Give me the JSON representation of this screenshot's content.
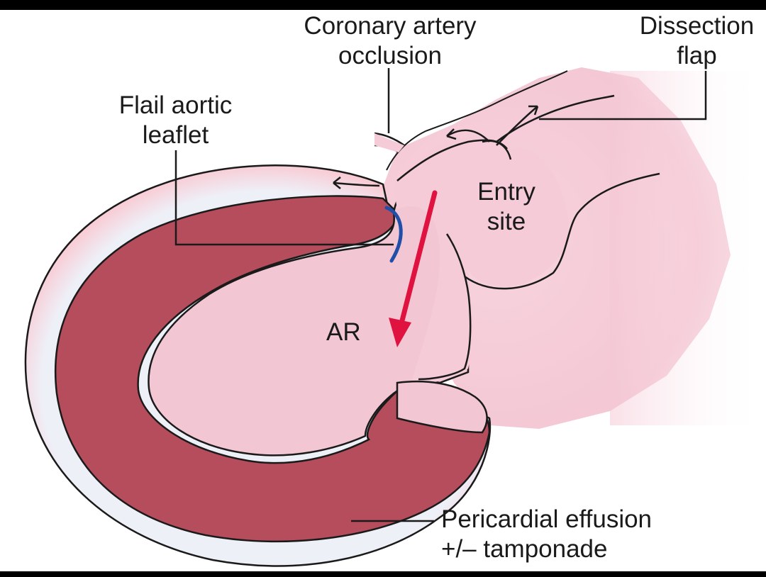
{
  "labels": {
    "coronary_line1": "Coronary artery",
    "coronary_line2": "occlusion",
    "dissection_line1": "Dissection",
    "dissection_line2": "flap",
    "flail_line1": "Flail aortic",
    "flail_line2": "leaflet",
    "entry_line1": "Entry",
    "entry_line2": "site",
    "ar": "AR",
    "effusion_line1": "Pericardial effusion",
    "effusion_line2": "+/– tamponade"
  },
  "colors": {
    "myocardium": "#b64d5d",
    "chamber": "#f2c6d2",
    "aorta": "#f4cbd7",
    "pericardium_outer": "#f7a6b3",
    "regurgitation_arrow": "#e0123f",
    "leaflet": "#1f4fa8"
  }
}
